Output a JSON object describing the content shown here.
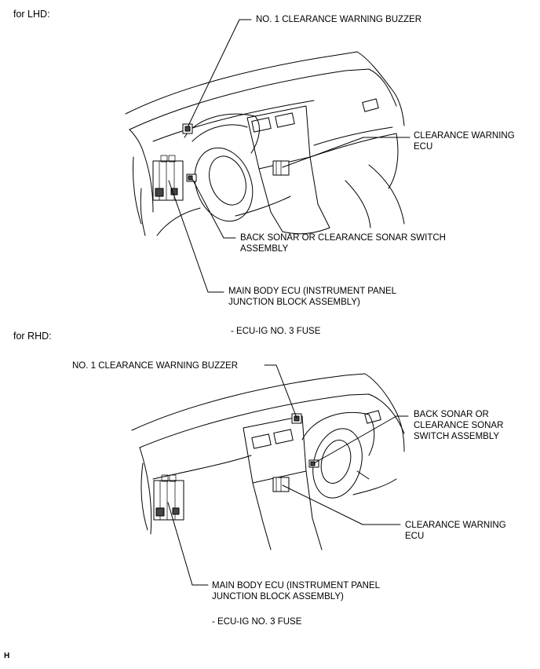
{
  "lhd": {
    "section_label": "for LHD:",
    "buzzer_label": "NO. 1 CLEARANCE WARNING BUZZER",
    "ecu_label_line1": "CLEARANCE WARNING",
    "ecu_label_line2": "ECU",
    "switch_label_line1": "BACK SONAR OR CLEARANCE SONAR SWITCH",
    "switch_label_line2": "ASSEMBLY",
    "main_ecu_line1": "MAIN BODY ECU (INSTRUMENT PANEL",
    "main_ecu_line2": "JUNCTION BLOCK ASSEMBLY)",
    "fuse_label": "- ECU-IG NO. 3 FUSE"
  },
  "rhd": {
    "section_label": "for RHD:",
    "buzzer_label": "NO. 1 CLEARANCE WARNING BUZZER",
    "switch_label_line1": "BACK SONAR OR",
    "switch_label_line2": "CLEARANCE SONAR",
    "switch_label_line3": "SWITCH ASSEMBLY",
    "ecu_label_line1": "CLEARANCE WARNING",
    "ecu_label_line2": "ECU",
    "main_ecu_line1": "MAIN BODY ECU (INSTRUMENT PANEL",
    "main_ecu_line2": "JUNCTION BLOCK ASSEMBLY)",
    "fuse_label": "- ECU-IG NO. 3 FUSE"
  },
  "footer": {
    "code": "H"
  }
}
